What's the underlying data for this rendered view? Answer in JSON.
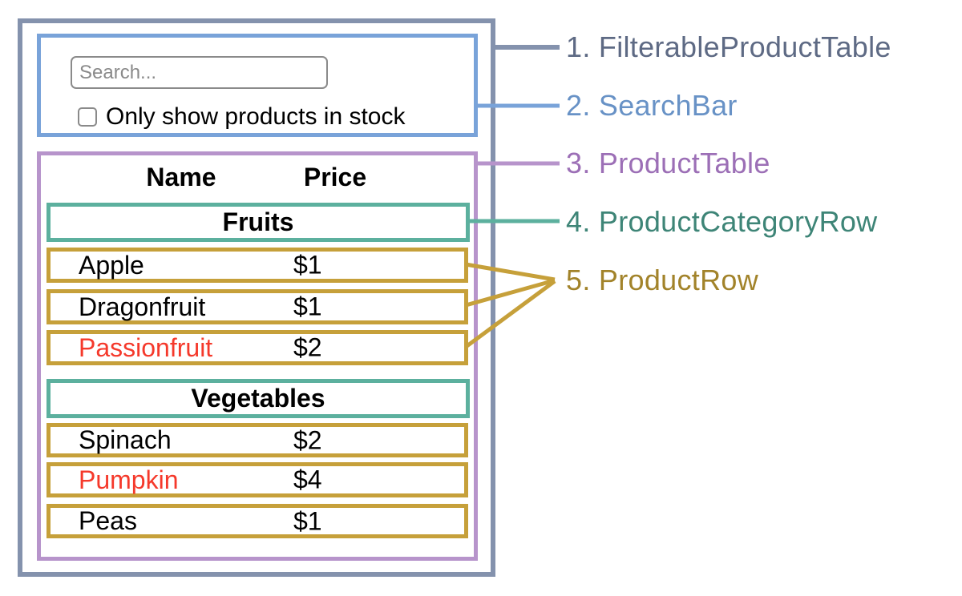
{
  "annotations": {
    "labels": [
      {
        "text": "1. FilterableProductTable",
        "color": "#5e6a84"
      },
      {
        "text": "2. SearchBar",
        "color": "#6892c6"
      },
      {
        "text": "3. ProductTable",
        "color": "#9c6fb6"
      },
      {
        "text": "4. ProductCategoryRow",
        "color": "#3e8577"
      },
      {
        "text": "5. ProductRow",
        "color": "#a2832a"
      }
    ],
    "connector_colors": {
      "filterable_product_table": "#8492ad",
      "search_bar": "#79a3d9",
      "product_table": "#b794cb",
      "product_category_row": "#5cb09e",
      "product_row": "#c6a03a"
    }
  },
  "app": {
    "search_bar": {
      "placeholder": "Search...",
      "checkbox_label": "Only show products in stock",
      "checkbox_checked": false
    },
    "table": {
      "headers": {
        "name": "Name",
        "price": "Price"
      },
      "sections": [
        {
          "category": "Fruits",
          "rows": [
            {
              "name": "Apple",
              "price": "$1",
              "name_color": "#000000"
            },
            {
              "name": "Dragonfruit",
              "price": "$1",
              "name_color": "#000000"
            },
            {
              "name": "Passionfruit",
              "price": "$2",
              "name_color": "#f5392b"
            }
          ]
        },
        {
          "category": "Vegetables",
          "rows": [
            {
              "name": "Spinach",
              "price": "$2",
              "name_color": "#000000"
            },
            {
              "name": "Pumpkin",
              "price": "$4",
              "name_color": "#f5392b"
            },
            {
              "name": "Peas",
              "price": "$1",
              "name_color": "#000000"
            }
          ]
        }
      ]
    }
  }
}
